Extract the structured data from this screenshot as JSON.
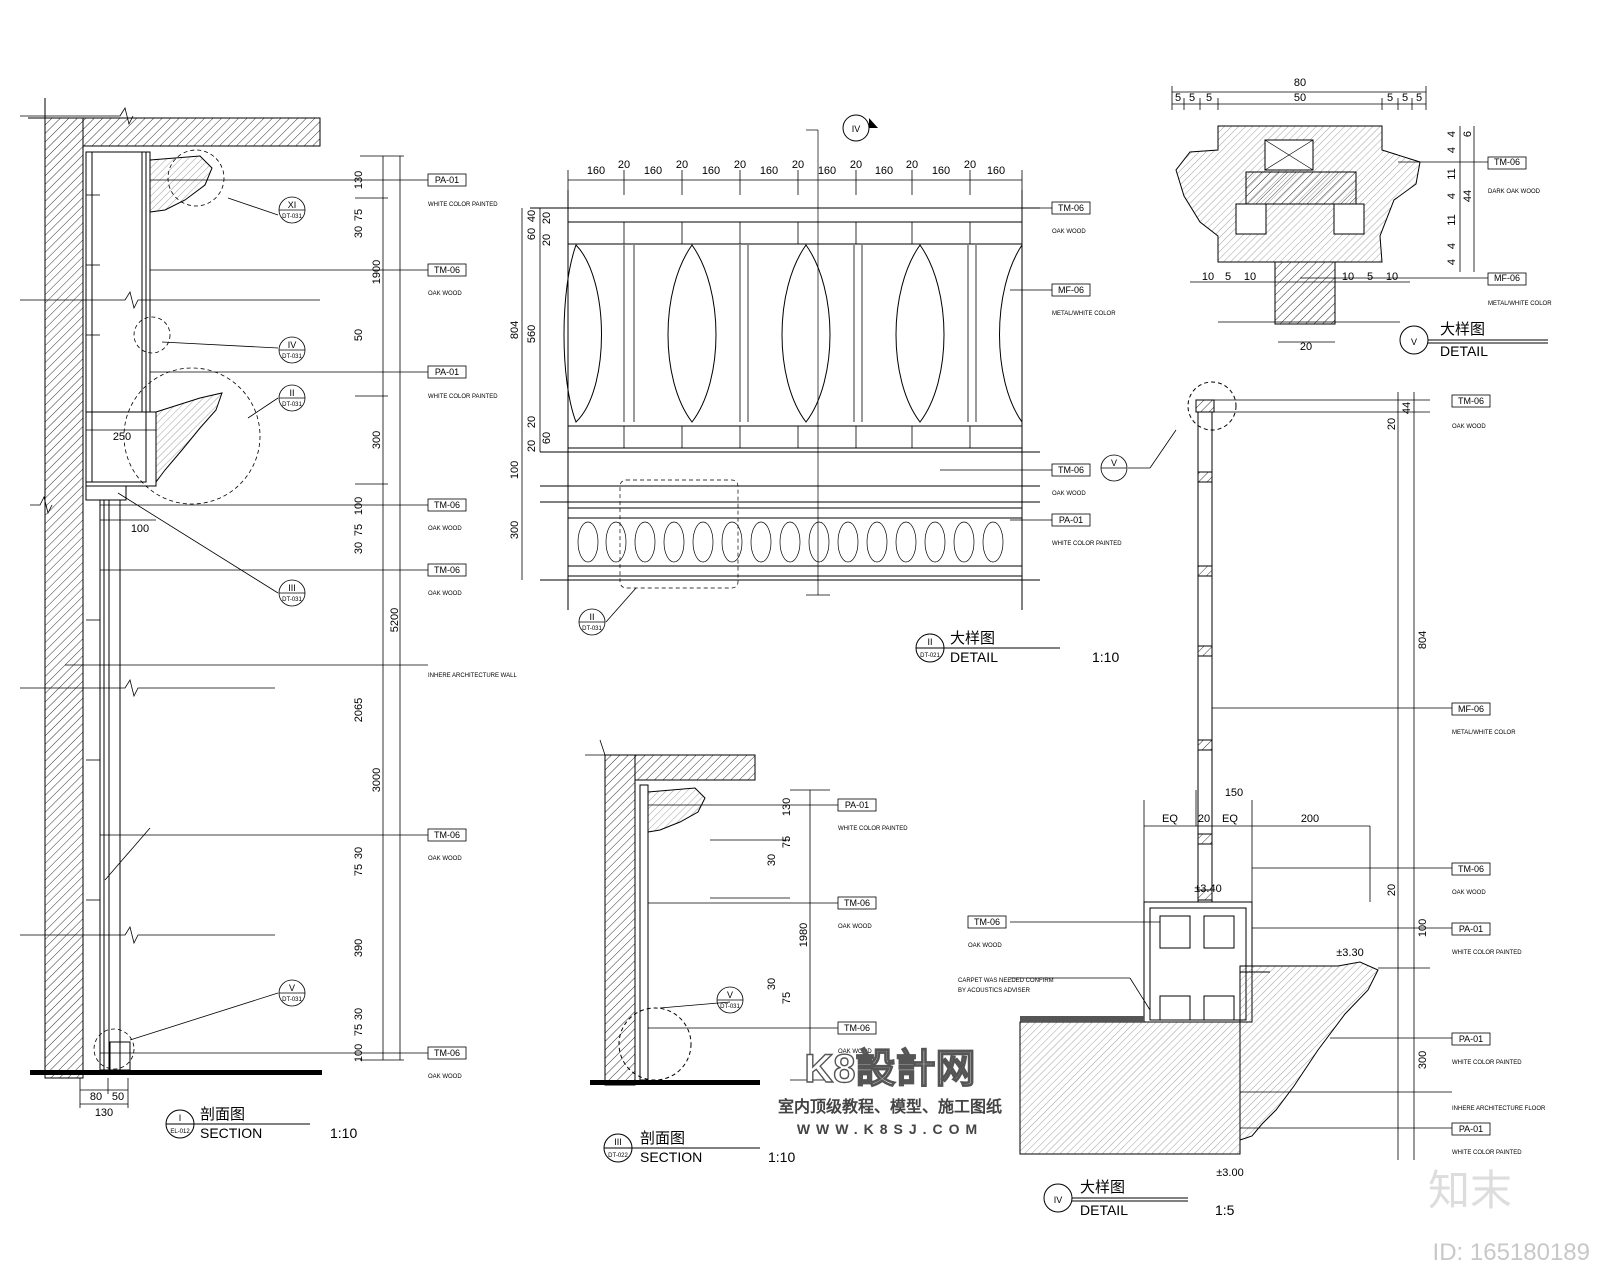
{
  "tags": {
    "pa01": "PA-01",
    "tm06": "TM-06",
    "mf06": "MF-06",
    "white_color_painted": "WHITE COLOR PAINTED",
    "oak_wood": "OAK WOOD",
    "dark_oak_wood": "DARK OAK WOOD",
    "metal_white_color": "METAL/WHITE COLOR",
    "inhere_wall": "INHERE ARCHITECTURE WALL",
    "inhere_floor": "INHERE ARCHITECTURE FLOOR",
    "carpet_note_1": "CARPET WAS NEEDED CONFIRM",
    "carpet_note_2": "BY ACOUSTICS ADVISER"
  },
  "bubbles": {
    "b_xi": "XI",
    "b_iv": "IV",
    "b_ii": "II",
    "b_iii": "III",
    "b_v": "V",
    "ref_031": "DT-031",
    "ref_021": "DT-021",
    "ref_012": "EL-012",
    "ref_022": "DT-022"
  },
  "titles": {
    "section_cn": "剖面图",
    "section_en": "SECTION",
    "detail_cn": "大样图",
    "detail_en": "DETAIL",
    "scale_10": "1:10",
    "scale_5": "1:5"
  },
  "dims": {
    "d130": "130",
    "d75": "75",
    "d30": "30",
    "d1900": "1900",
    "d50": "50",
    "d300": "300",
    "d100": "100",
    "d5200": "5200",
    "d2065": "2065",
    "d3000": "3000",
    "d390": "390",
    "d80": "80",
    "d250": "250",
    "d160": "160",
    "d20": "20",
    "d60": "60",
    "d40": "40",
    "d804": "804",
    "d560": "560",
    "d1980": "1980",
    "d5": "5",
    "d10": "10",
    "d4": "4",
    "d11": "11",
    "d44": "44",
    "d6": "6",
    "d150": "150",
    "d200": "200",
    "eq": "EQ",
    "lvl_340": "±3.40",
    "lvl_330": "±3.30",
    "lvl_300": "±3.00"
  },
  "watermark": {
    "brand": "K8設計网",
    "tagline": "室内顶级教程、模型、施工图纸",
    "url": "WWW.K8SJ.COM",
    "zhimo": "知末",
    "id_text": "ID: 165180189"
  }
}
